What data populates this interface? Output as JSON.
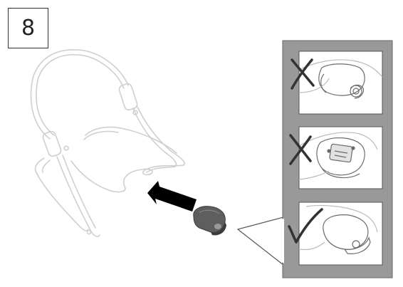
{
  "step": {
    "number": "8"
  },
  "panels": [
    {
      "name": "incorrect-orientation-flipped",
      "mark": "cross"
    },
    {
      "name": "incorrect-orientation-underside",
      "mark": "cross"
    },
    {
      "name": "correct-orientation",
      "mark": "check"
    }
  ],
  "icons": {
    "cross": "x-mark-icon",
    "check": "check-mark-icon",
    "arrow": "insert-arrow-icon"
  },
  "colors": {
    "callout_background": "#999999",
    "line_art": "#cfcfcf",
    "device_fill": "#5e5e5e",
    "arrow": "#000000",
    "mark": "#333333"
  }
}
